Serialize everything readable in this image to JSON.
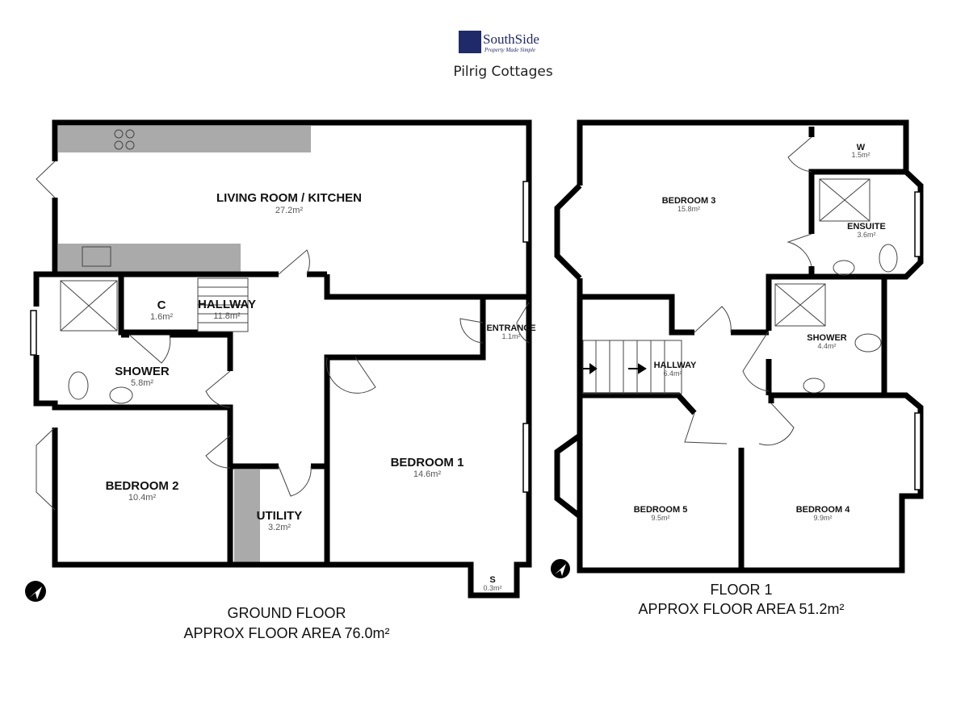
{
  "header": {
    "brand_name": "SouthSide",
    "brand_tagline": "Property Made Simple",
    "property_name": "Pilrig Cottages",
    "brand_color": "#1f2a6b"
  },
  "ground_floor": {
    "title": "GROUND FLOOR",
    "area_label": "APPROX FLOOR AREA 76.0m²",
    "rooms": {
      "living": {
        "name": "LIVING ROOM / KITCHEN",
        "area": "27.2m²"
      },
      "cupboard": {
        "name": "C",
        "area": "1.6m²"
      },
      "hallway": {
        "name": "HALLWAY",
        "area": "11.8m²"
      },
      "entrance": {
        "name": "ENTRANCE",
        "area": "1.1m²"
      },
      "shower": {
        "name": "SHOWER",
        "area": "5.8m²"
      },
      "bedroom2": {
        "name": "BEDROOM 2",
        "area": "10.4m²"
      },
      "utility": {
        "name": "UTILITY",
        "area": "3.2m²"
      },
      "bedroom1": {
        "name": "BEDROOM 1",
        "area": "14.6m²"
      },
      "store": {
        "name": "S",
        "area": "0.3m²"
      }
    }
  },
  "floor1": {
    "title": "FLOOR 1",
    "area_label": "APPROX FLOOR AREA 51.2m²",
    "rooms": {
      "bedroom3": {
        "name": "BEDROOM 3",
        "area": "15.8m²"
      },
      "wardrobe": {
        "name": "W",
        "area": "1.5m²"
      },
      "ensuite": {
        "name": "ENSUITE",
        "area": "3.6m²"
      },
      "shower": {
        "name": "SHOWER",
        "area": "4.4m²"
      },
      "hallway": {
        "name": "HALLWAY",
        "area": "6.4m²"
      },
      "bedroom5": {
        "name": "BEDROOM 5",
        "area": "9.5m²"
      },
      "bedroom4": {
        "name": "BEDROOM 4",
        "area": "9.9m²"
      }
    }
  },
  "icons": {
    "compass": "compass-arrow-icon"
  }
}
